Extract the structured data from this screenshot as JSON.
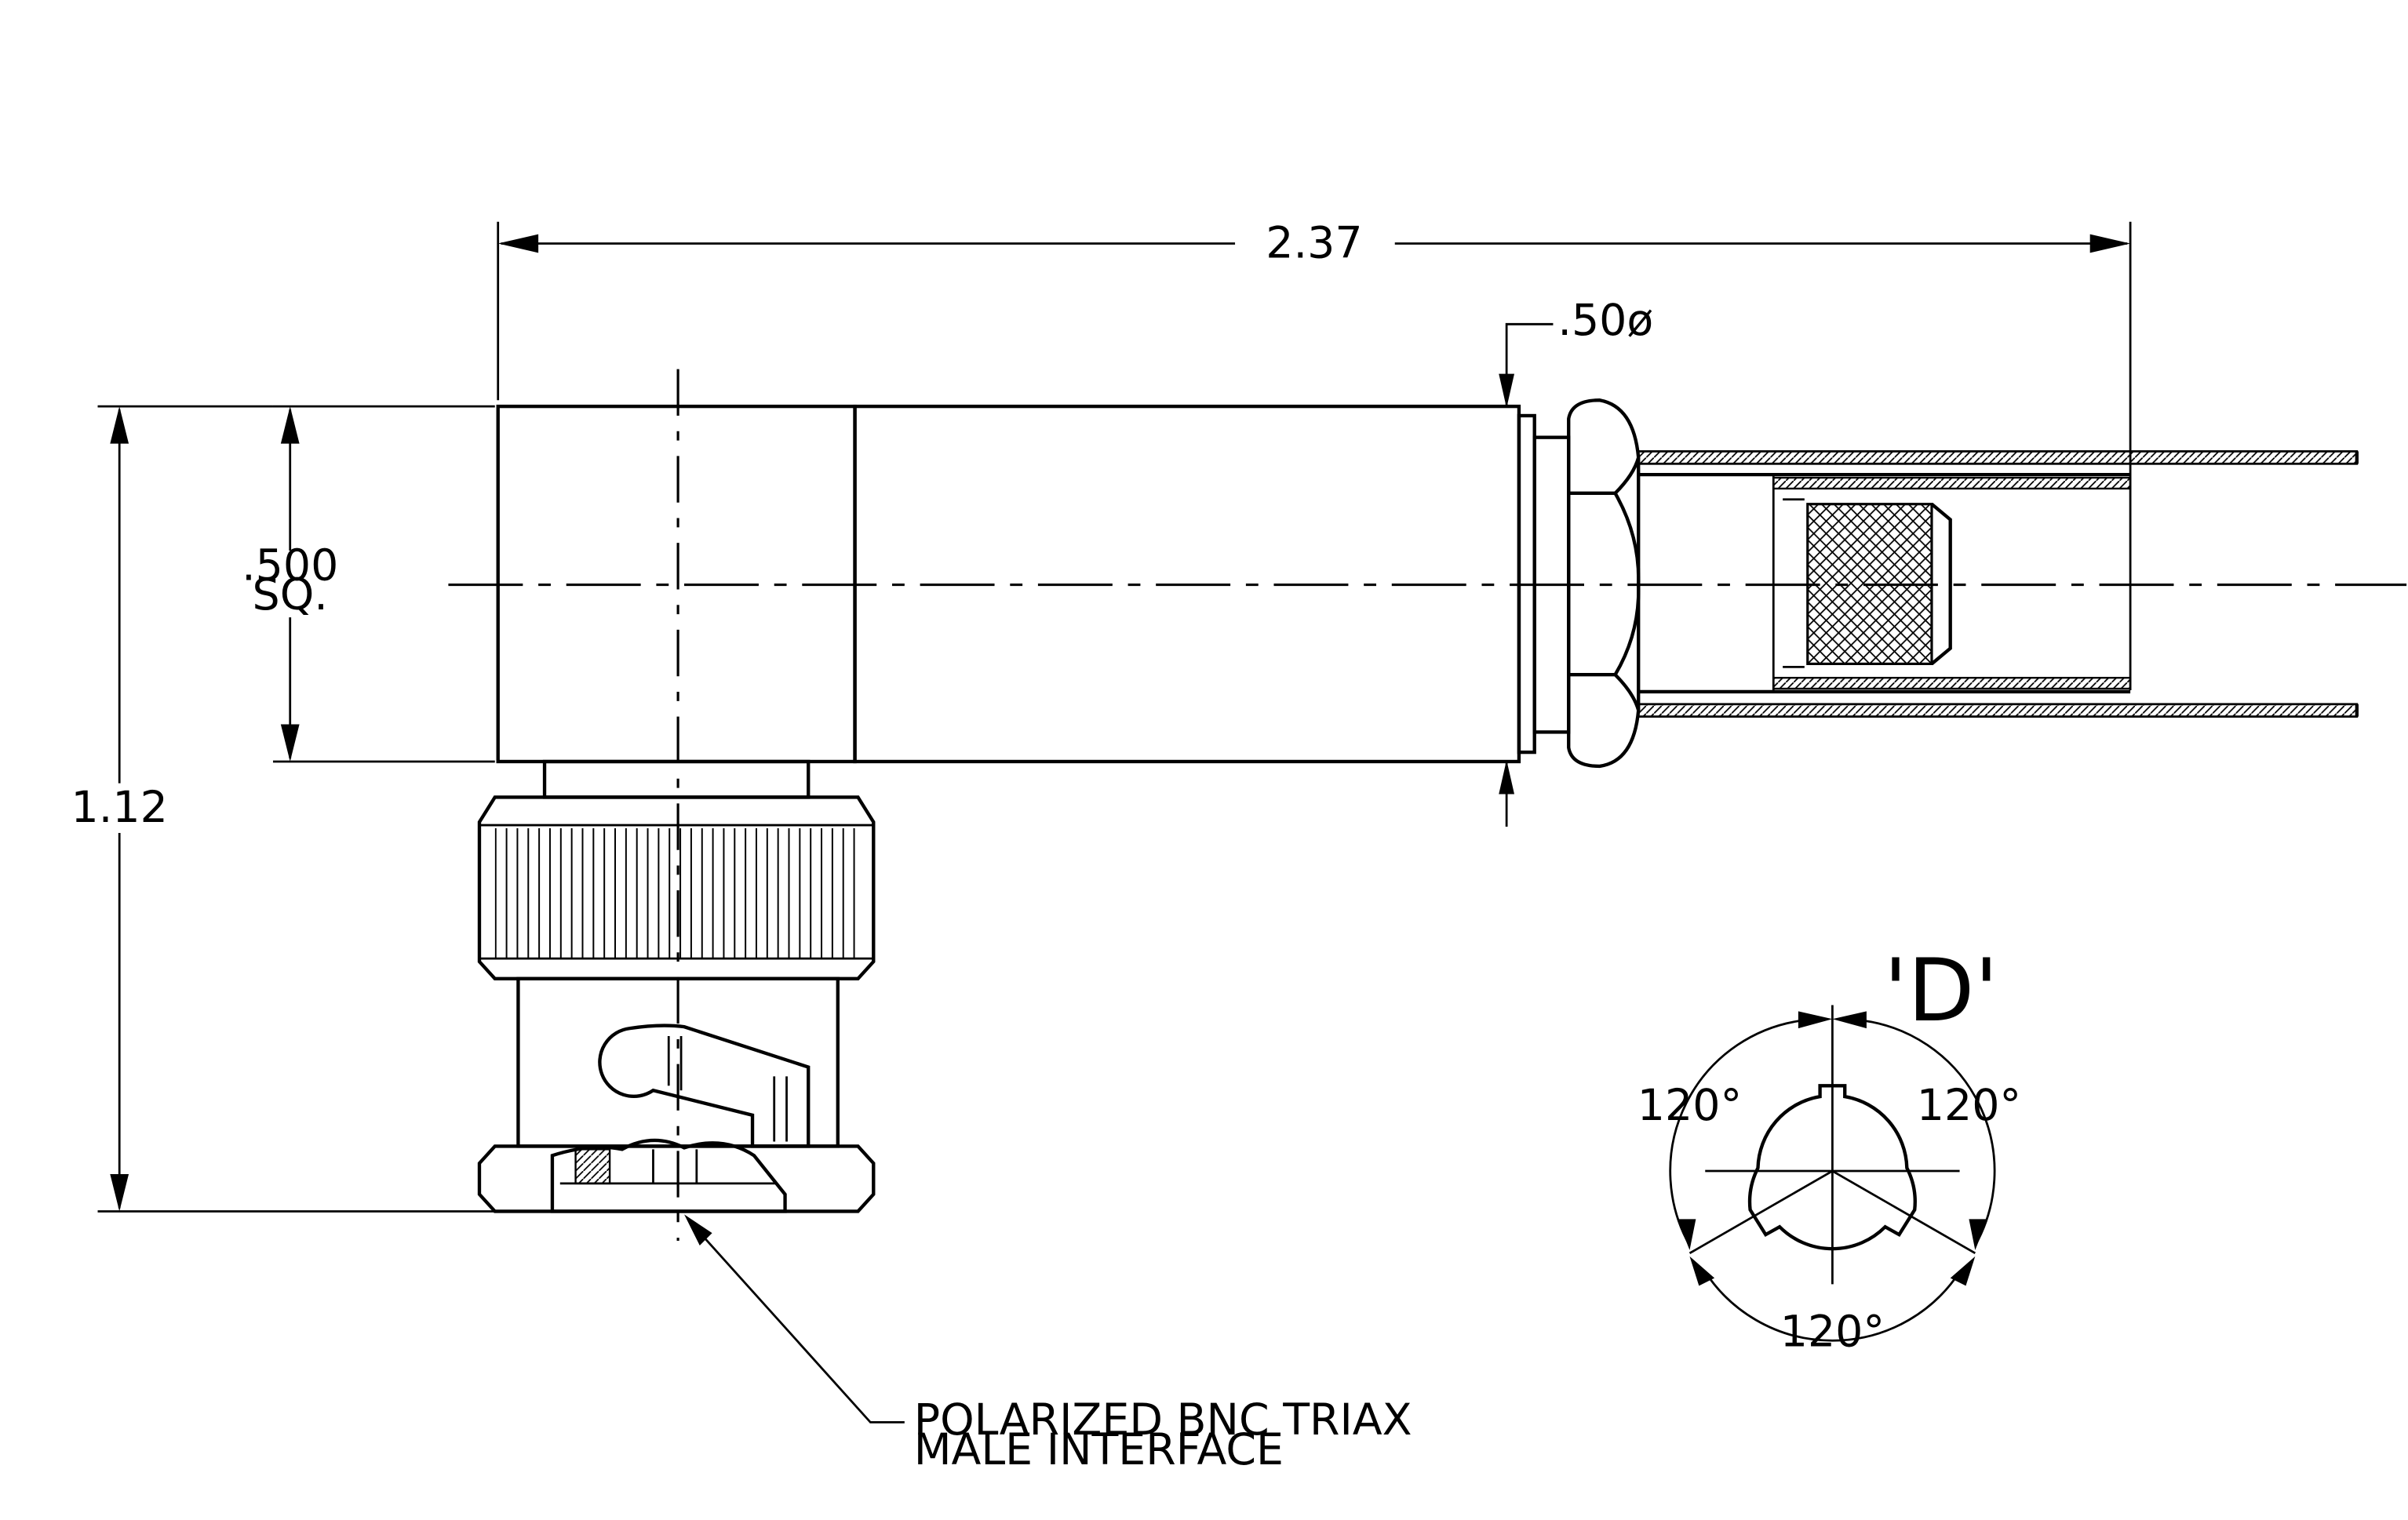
{
  "dimensions": {
    "overall_length": "2.37",
    "body_diameter": ".50ø",
    "square_size": ".500",
    "square_suffix": "SQ.",
    "height": "1.12"
  },
  "callout": {
    "line1": "POLARIZED BNC TRIAX",
    "line2": "MALE INTERFACE"
  },
  "detail": {
    "title": "'D'",
    "angle_left": "120°",
    "angle_right": "120°",
    "angle_bottom": "120°"
  }
}
